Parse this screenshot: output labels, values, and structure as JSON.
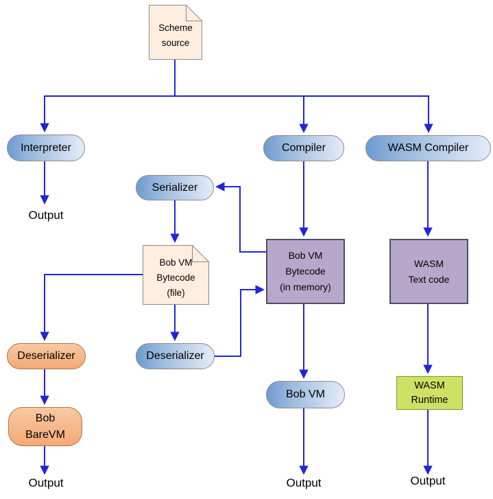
{
  "diagram": {
    "nodes": {
      "scheme_source": {
        "type": "document",
        "lines": [
          "Scheme",
          "source"
        ]
      },
      "interpreter": {
        "type": "process-pill",
        "label": "Interpreter"
      },
      "compiler": {
        "type": "process-pill",
        "label": "Compiler"
      },
      "wasm_compiler": {
        "type": "process-pill",
        "label": "WASM Compiler"
      },
      "serializer": {
        "type": "process-pill",
        "label": "Serializer"
      },
      "bytecode_file": {
        "type": "document",
        "lines": [
          "Bob VM",
          "Bytecode",
          "(file)"
        ]
      },
      "bytecode_memory": {
        "type": "data-rect",
        "lines": [
          "Bob VM",
          "Bytecode",
          "(in memory)"
        ]
      },
      "wasm_text": {
        "type": "data-rect",
        "lines": [
          "WASM",
          "Text code"
        ]
      },
      "deserializer_orange": {
        "type": "process-pill",
        "label": "Deserializer"
      },
      "deserializer_blue": {
        "type": "process-pill",
        "label": "Deserializer"
      },
      "bob_barevm": {
        "type": "process-pill",
        "lines": [
          "Bob",
          "BareVM"
        ]
      },
      "bob_vm": {
        "type": "process-pill",
        "label": "Bob VM"
      },
      "wasm_runtime": {
        "type": "runtime-rect",
        "lines": [
          "WASM",
          "Runtime"
        ]
      }
    },
    "outputs": {
      "interpreter": "Output",
      "barevm": "Output",
      "bobvm": "Output",
      "wasm": "Output"
    },
    "edges": [
      {
        "from": "scheme-source",
        "to": "interpreter"
      },
      {
        "from": "scheme-source",
        "to": "compiler"
      },
      {
        "from": "scheme-source",
        "to": "wasm-compiler"
      },
      {
        "from": "interpreter",
        "to": "output-interpreter"
      },
      {
        "from": "compiler",
        "to": "bytecode-memory"
      },
      {
        "from": "bytecode-memory",
        "to": "serializer"
      },
      {
        "from": "serializer",
        "to": "bytecode-file"
      },
      {
        "from": "bytecode-file",
        "to": "deserializer-blue"
      },
      {
        "from": "deserializer-blue",
        "to": "bytecode-memory"
      },
      {
        "from": "bytecode-file",
        "to": "deserializer-orange"
      },
      {
        "from": "deserializer-orange",
        "to": "bob-barevm"
      },
      {
        "from": "bob-barevm",
        "to": "output-barevm"
      },
      {
        "from": "bytecode-memory",
        "to": "bob-vm"
      },
      {
        "from": "bob-vm",
        "to": "output-bobvm"
      },
      {
        "from": "wasm-compiler",
        "to": "wasm-text"
      },
      {
        "from": "wasm-text",
        "to": "wasm-runtime"
      },
      {
        "from": "wasm-runtime",
        "to": "output-wasm"
      }
    ],
    "colors": {
      "connector": "#2323dd",
      "pill_blue_dark": "#6e9bd1",
      "pill_blue_light": "#e4ecf8",
      "pill_orange_top": "#fac9a3",
      "pill_orange_bottom": "#f3a975",
      "rect_purple": "#b7a8cb",
      "rect_green": "#cfe164",
      "document_fill": "#fdeee0",
      "document_border": "#8a8a8a"
    }
  }
}
